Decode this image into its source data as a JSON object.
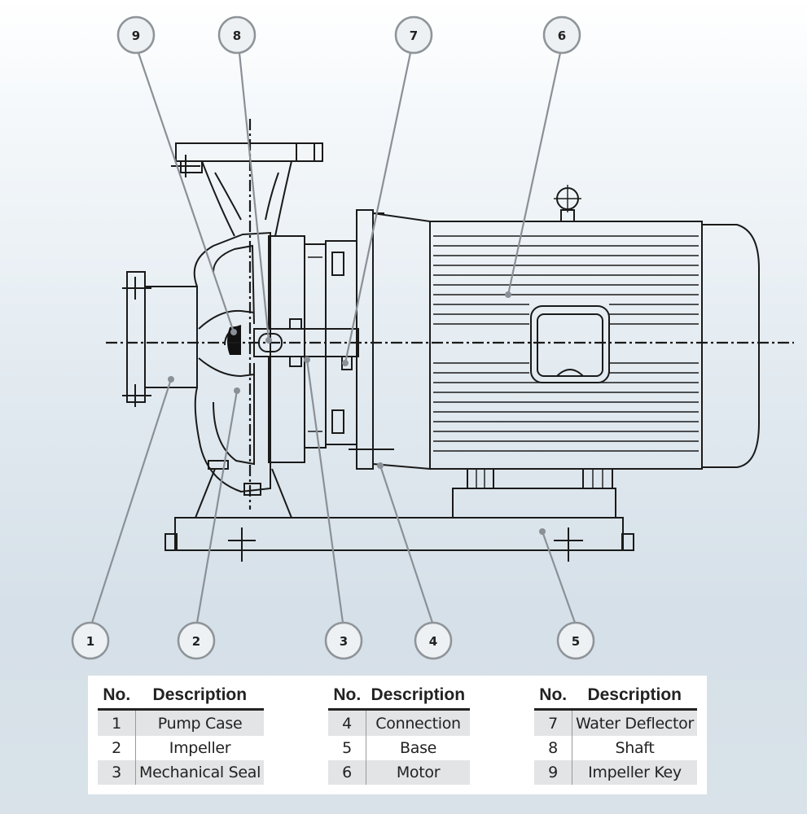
{
  "callouts": [
    {
      "n": "1"
    },
    {
      "n": "2"
    },
    {
      "n": "3"
    },
    {
      "n": "4"
    },
    {
      "n": "5"
    },
    {
      "n": "6"
    },
    {
      "n": "7"
    },
    {
      "n": "8"
    },
    {
      "n": "9"
    }
  ],
  "legend": {
    "header_no": "No.",
    "header_desc": "Description",
    "tables": [
      [
        {
          "no": "1",
          "desc": "Pump Case"
        },
        {
          "no": "2",
          "desc": "Impeller"
        },
        {
          "no": "3",
          "desc": "Mechanical Seal"
        }
      ],
      [
        {
          "no": "4",
          "desc": "Connection"
        },
        {
          "no": "5",
          "desc": "Base"
        },
        {
          "no": "6",
          "desc": "Motor"
        }
      ],
      [
        {
          "no": "7",
          "desc": "Water Deflector"
        },
        {
          "no": "8",
          "desc": "Shaft"
        },
        {
          "no": "9",
          "desc": "Impeller Key"
        }
      ]
    ]
  }
}
